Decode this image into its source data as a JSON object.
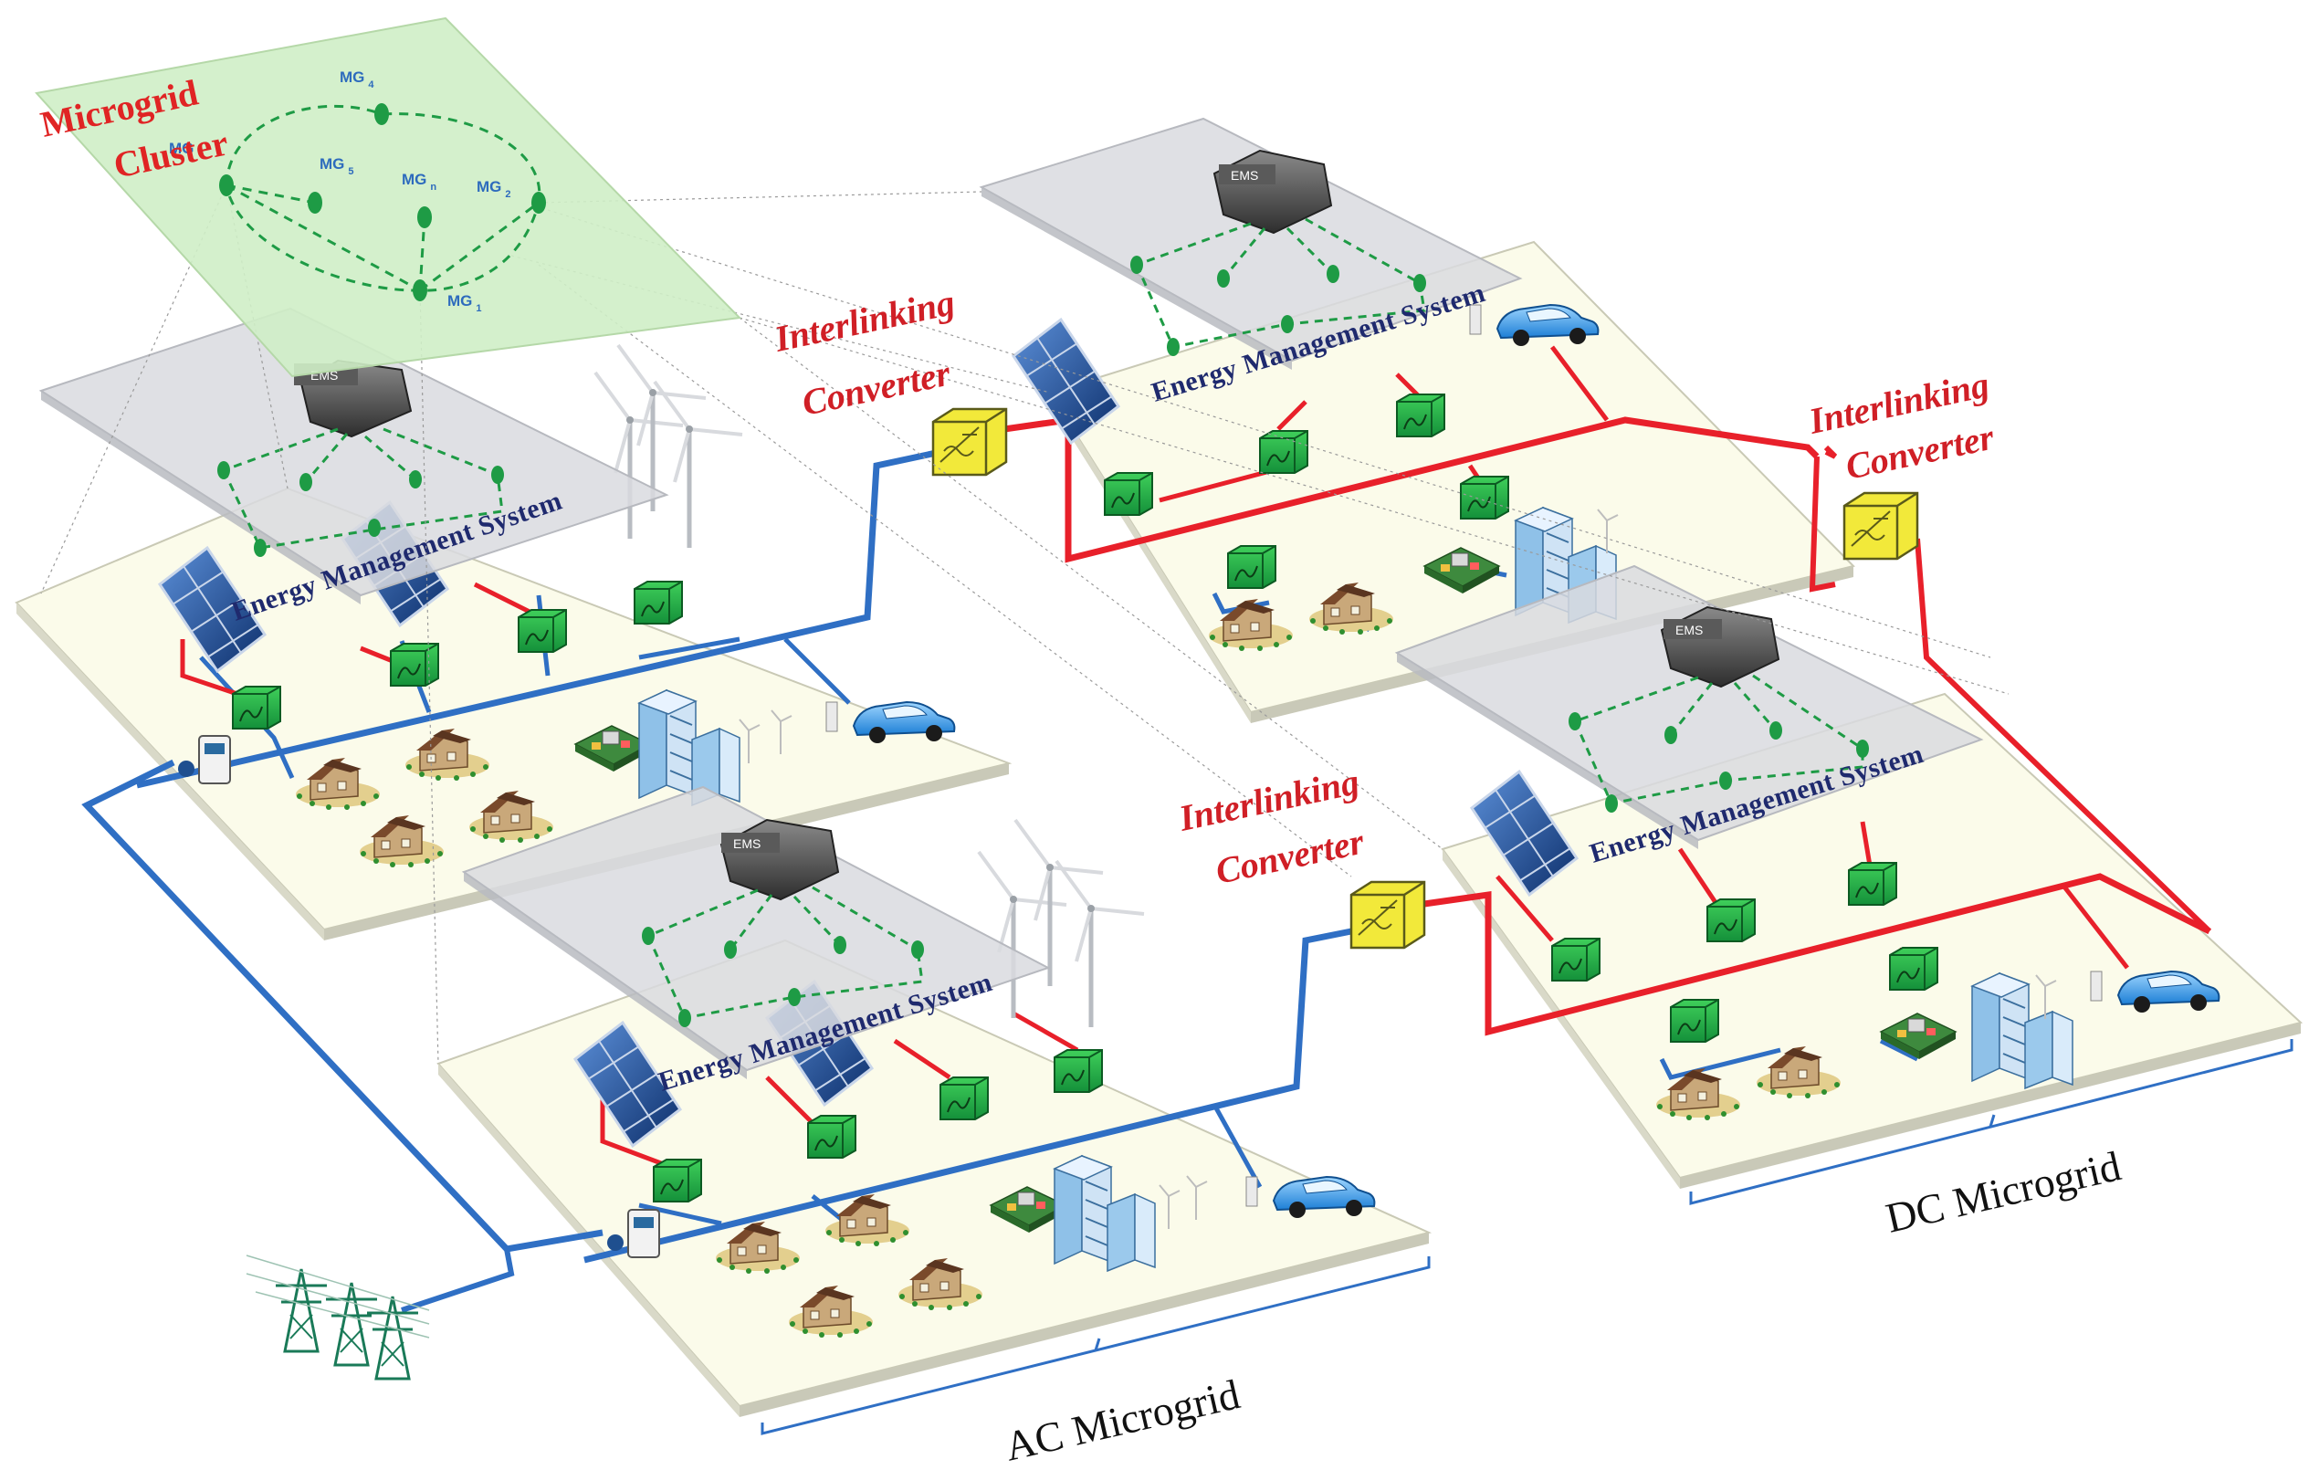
{
  "cluster": {
    "title_line1": "Microgrid",
    "title_line2": "Cluster",
    "nodes": [
      {
        "label": "MG",
        "sub": "4"
      },
      {
        "label": "MG",
        "sub": "5"
      },
      {
        "label": "MG",
        "sub": "n"
      },
      {
        "label": "MG",
        "sub": "2"
      },
      {
        "label": "MG",
        "sub": "1"
      },
      {
        "label": "MG",
        "sub": ""
      }
    ]
  },
  "ems": {
    "chip_label": "EMS",
    "system_label": "Energy Management System"
  },
  "interlinking": {
    "line1": "Interlinking",
    "line2": "Converter"
  },
  "groups": {
    "ac_label": "AC Microgrid",
    "dc_label": "DC Microgrid"
  },
  "colors": {
    "ac_bus": "#2f6fc4",
    "dc_bus": "#e8202a",
    "converter": "#21a34a",
    "interlinking": "#f2e93a",
    "cluster_plane": "#cfeec6",
    "ems_plane": "#d9dadf",
    "platform": "#fbfbea"
  }
}
